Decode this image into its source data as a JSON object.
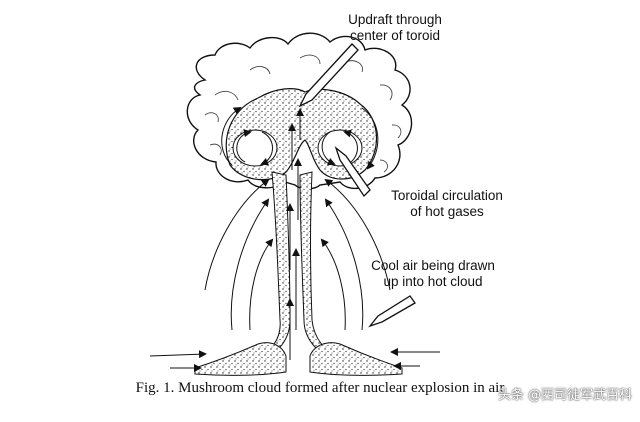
{
  "labels": {
    "updraft_line1": "Updraft through",
    "updraft_line2": "center of toroid",
    "toroidal_line1": "Toroidal circulation",
    "toroidal_line2": "of hot gases",
    "cool_line1": "Cool air being drawn",
    "cool_line2": "up into hot cloud"
  },
  "caption": "Fig. 1. Mushroom cloud formed after nuclear explosion in air",
  "watermark": "头条 @西司徒军武百科",
  "colors": {
    "ink": "#111111",
    "paper": "#ffffff"
  }
}
